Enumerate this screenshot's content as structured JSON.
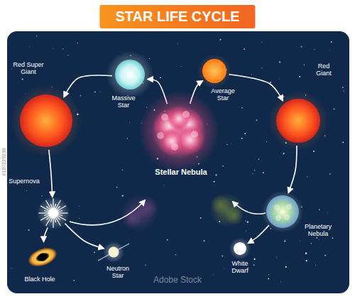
{
  "diagram": {
    "title": "STAR LIFE CYCLE",
    "nodes": [
      {
        "text": [
          "Stellar Nebula"
        ]
      },
      {
        "text": [
          "Massive Star"
        ]
      },
      {
        "text": [
          "Red Super Giant"
        ]
      },
      {
        "text": [
          "Supernova"
        ]
      },
      {
        "text": [
          "Black Hole"
        ]
      },
      {
        "text": [
          "Neutron Star"
        ]
      },
      {
        "text": [
          "Average Star"
        ]
      },
      {
        "text": [
          "Red Giant"
        ]
      },
      {
        "text": [
          "Planetary Nebula"
        ]
      },
      {
        "text": [
          "White Dwarf"
        ]
      }
    ],
    "edges": [
      {
        "from": 0,
        "to": 1,
        "arrow": "to"
      },
      {
        "from": 1,
        "to": 2,
        "arrow": "to"
      },
      {
        "from": 2,
        "to": 3,
        "arrow": "to"
      },
      {
        "from": 3,
        "to": 4,
        "arrow": "to"
      },
      {
        "from": 3,
        "to": 5,
        "arrow": "to"
      },
      {
        "from": 0,
        "to": 6,
        "arrow": "to"
      },
      {
        "from": 6,
        "to": 7,
        "arrow": "to"
      },
      {
        "from": 7,
        "to": 8,
        "arrow": "to"
      },
      {
        "from": 8,
        "to": 9,
        "arrow": "to"
      }
    ],
    "labels": [
      "Adobe Stock",
      "#197229230"
    ]
  }
}
